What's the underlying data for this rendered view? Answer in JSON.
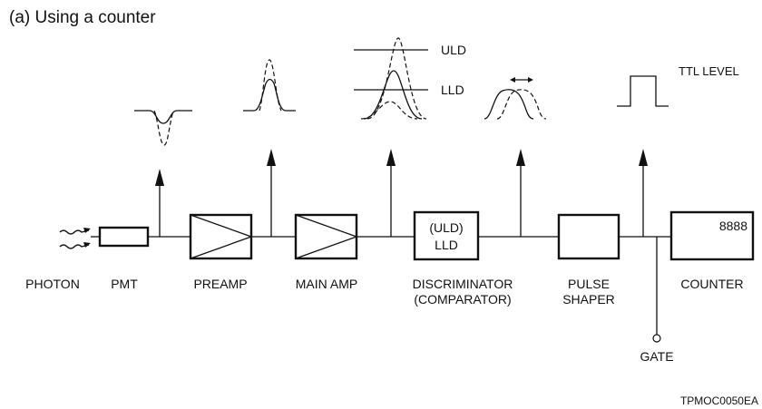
{
  "title": "(a) Using a counter",
  "labels": {
    "photon": "PHOTON",
    "pmt": "PMT",
    "preamp": "PREAMP",
    "main_amp": "MAIN AMP",
    "discriminator": "DISCRIMINATOR",
    "comparator": "(COMPARATOR)",
    "pulse": "PULSE",
    "shaper": "SHAPER",
    "counter": "COUNTER",
    "gate": "GATE"
  },
  "box_text": {
    "uld": "(ULD)",
    "lld": "LLD",
    "counter_display": "8888"
  },
  "waveform_labels": {
    "uld": "ULD",
    "lld": "LLD",
    "ttl": "TTL LEVEL"
  },
  "figure_code": "TPMOC0050EA"
}
